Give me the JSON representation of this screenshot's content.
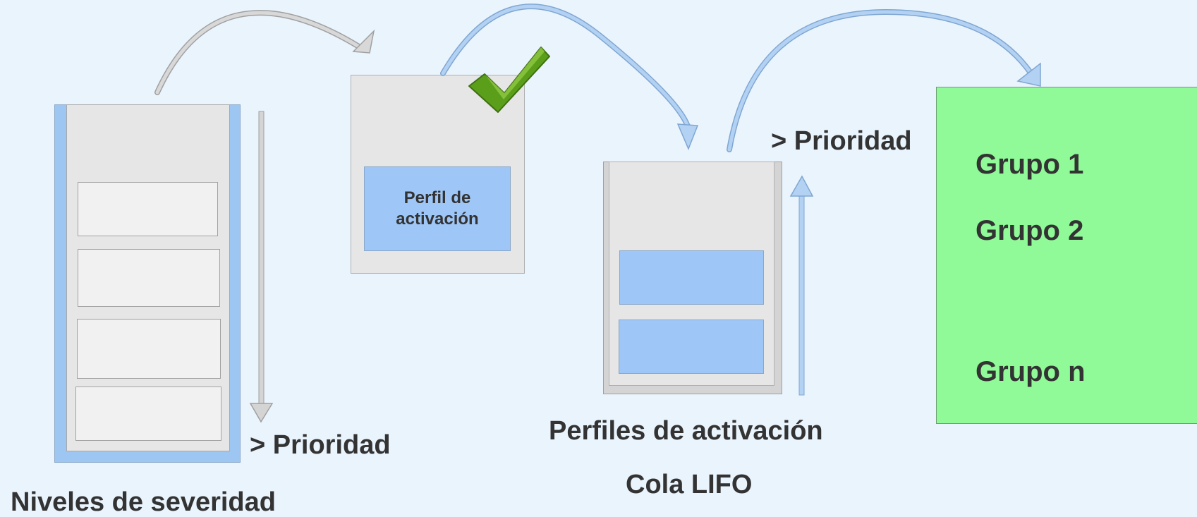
{
  "colors": {
    "background": "#eaf4fd",
    "blue_fill": "#9ec6f6",
    "gray_fill": "#e6e6e6",
    "slot_fill": "#f1f1f1",
    "green_fill": "#8ffa97",
    "check_green": "#5a9e1a",
    "text": "#333333",
    "gray_arrow": "#d0d0d0",
    "blue_arrow": "#9ec6f2"
  },
  "icons": {
    "check": "checkmark-icon",
    "flow_arrow": "curved-arrow-icon",
    "priority_arrow": "straight-arrow-icon"
  },
  "severity": {
    "caption": "Niveles de severidad",
    "priority_label": "> Prioridad",
    "slot_count": 4
  },
  "activation_card": {
    "profile_label": "Perfil de activación"
  },
  "lifo_queue": {
    "caption_line1": "Perfiles de activación",
    "caption_line2": "Cola LIFO",
    "priority_label": "> Prioridad"
  },
  "groups": {
    "items": [
      "Grupo 1",
      "Grupo 2",
      "Grupo n"
    ]
  }
}
